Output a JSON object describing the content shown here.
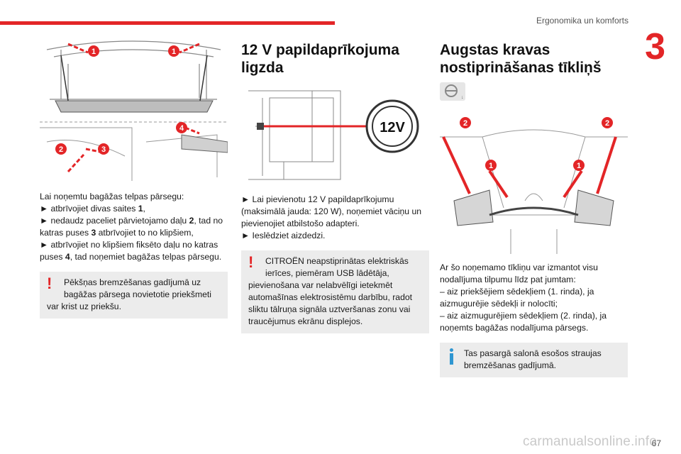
{
  "header": {
    "section_title": "Ergonomika un komforts",
    "chapter_number": "3",
    "page_number": "67"
  },
  "watermark": "carmanualsonline.info",
  "col1": {
    "callouts": [
      "1",
      "1",
      "2",
      "3",
      "4"
    ],
    "intro": "Lai noņemtu bagāžas telpas pārsegu:",
    "steps": [
      {
        "pre": "atbrīvojiet divas saites ",
        "num": "1",
        "post": ","
      },
      {
        "pre": "nedaudz paceliet pārvietojamo daļu ",
        "num": "2",
        "post": ", tad no katras puses "
      },
      {
        "num": "3",
        "post": " atbrīvojiet to no klipšiem,"
      },
      {
        "pre": "atbrīvojiet no klipšiem fiksēto daļu no katras puses ",
        "num": "4",
        "post": ", tad noņemiet bagāžas telpas pārsegu."
      }
    ],
    "warning": {
      "line1": "Pēkšņas bremzēšanas gadījumā uz",
      "line2": "bagāžas pārsega novietotie priekšmeti",
      "rest": "var krist uz priekšu."
    }
  },
  "col2": {
    "title": "12 V papildaprīkojuma ligzda",
    "socket_label": "12V",
    "steps": [
      "Lai pievienotu 12 V papildaprīkojumu (maksimālā jauda: 120 W), noņemiet vāciņu un pievienojiet atbilstošo adapteri.",
      "Ieslēdziet aizdedzi."
    ],
    "warning": {
      "line1": "CITROËN neapstiprinātas elektriskās",
      "line2": "ierīces, piemēram USB lādētāja,",
      "rest": "pievienošana var nelabvēlīgi ietekmēt automašīnas elektrosistēmu darbību, radot sliktu tālruņa signāla uztveršanas zonu vai traucējumus ekrānu displejos."
    }
  },
  "col3": {
    "title": "Augstas kravas nostiprināšanas tīkliņš",
    "callouts": [
      "2",
      "2",
      "1",
      "1"
    ],
    "intro": "Ar šo noņemamo tīkliņu var izmantot visu nodalījuma tilpumu līdz pat jumtam:",
    "items": [
      "–  aiz priekšējiem sēdekļiem (1. rinda), ja aizmugurējie sēdekļi ir nolocīti;",
      "–  aiz aizmugurējiem sēdekļiem (2. rinda), ja noņemts bagāžas nodalījuma pārsegs."
    ],
    "info": {
      "line1": "Tas pasargā salonā esošos straujas",
      "line2": "bremzēšanas gadījumā."
    }
  },
  "bullet_glyph": "►"
}
